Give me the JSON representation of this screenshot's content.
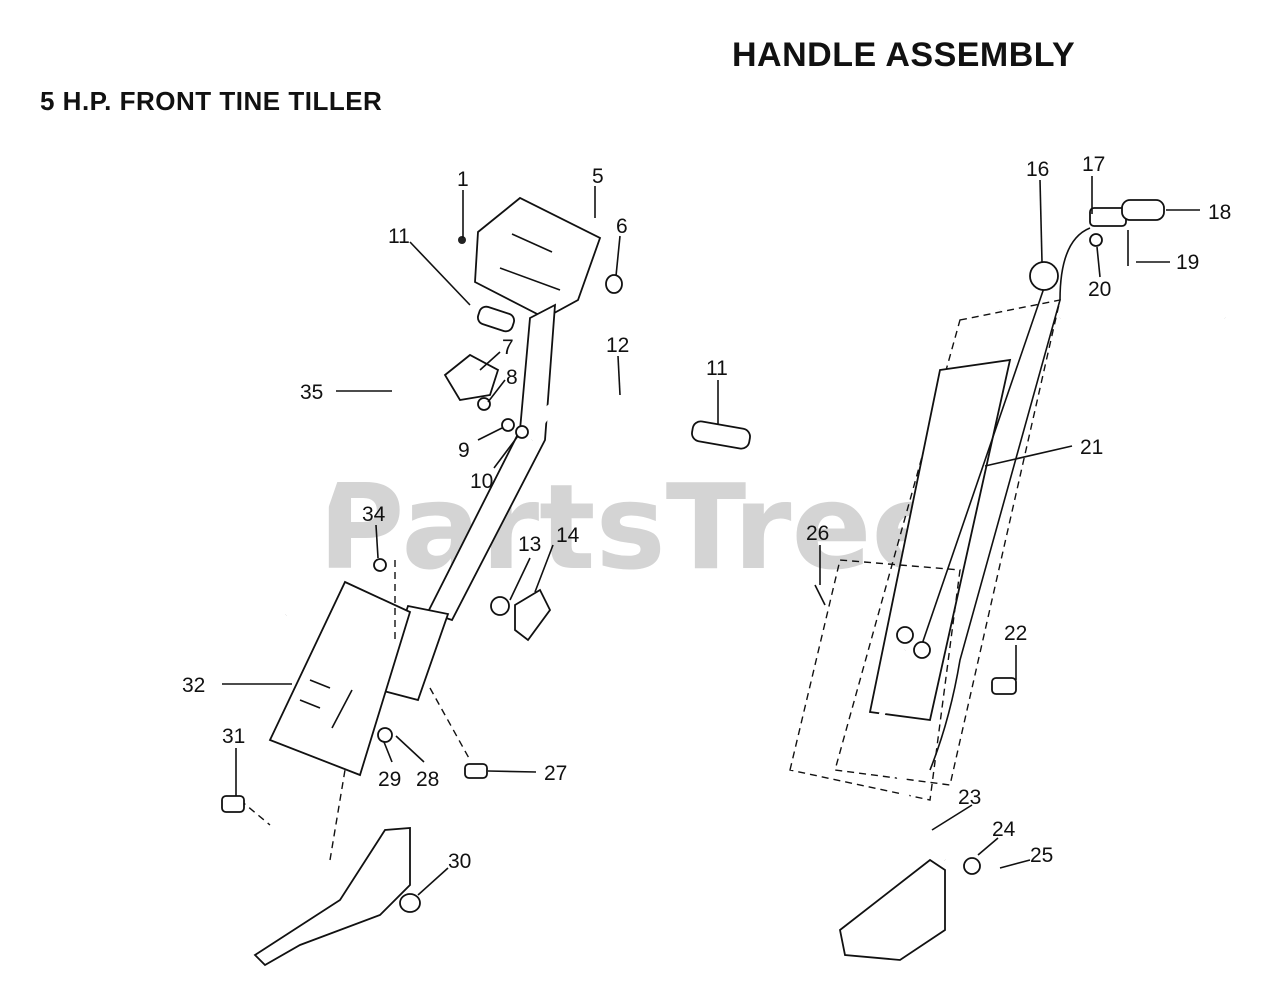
{
  "header": {
    "title": "HANDLE ASSEMBLY",
    "subtitle": "5 H.P. FRONT TINE TILLER"
  },
  "watermark": "PartsTree",
  "callouts": [
    {
      "id": "c1",
      "label": "1"
    },
    {
      "id": "c5",
      "label": "5"
    },
    {
      "id": "c6",
      "label": "6"
    },
    {
      "id": "c11a",
      "label": "11"
    },
    {
      "id": "c7",
      "label": "7"
    },
    {
      "id": "c8",
      "label": "8"
    },
    {
      "id": "c9",
      "label": "9"
    },
    {
      "id": "c10",
      "label": "10"
    },
    {
      "id": "c12",
      "label": "12"
    },
    {
      "id": "c11b",
      "label": "11"
    },
    {
      "id": "c35",
      "label": "35"
    },
    {
      "id": "c34",
      "label": "34"
    },
    {
      "id": "c13",
      "label": "13"
    },
    {
      "id": "c14",
      "label": "14"
    },
    {
      "id": "c32",
      "label": "32"
    },
    {
      "id": "c31",
      "label": "31"
    },
    {
      "id": "c29",
      "label": "29"
    },
    {
      "id": "c28",
      "label": "28"
    },
    {
      "id": "c27",
      "label": "27"
    },
    {
      "id": "c30",
      "label": "30"
    },
    {
      "id": "c16",
      "label": "16"
    },
    {
      "id": "c17",
      "label": "17"
    },
    {
      "id": "c18",
      "label": "18"
    },
    {
      "id": "c19",
      "label": "19"
    },
    {
      "id": "c20",
      "label": "20"
    },
    {
      "id": "c21",
      "label": "21"
    },
    {
      "id": "c26",
      "label": "26"
    },
    {
      "id": "c22",
      "label": "22"
    },
    {
      "id": "c23",
      "label": "23"
    },
    {
      "id": "c24",
      "label": "24"
    },
    {
      "id": "c25",
      "label": "25"
    }
  ]
}
